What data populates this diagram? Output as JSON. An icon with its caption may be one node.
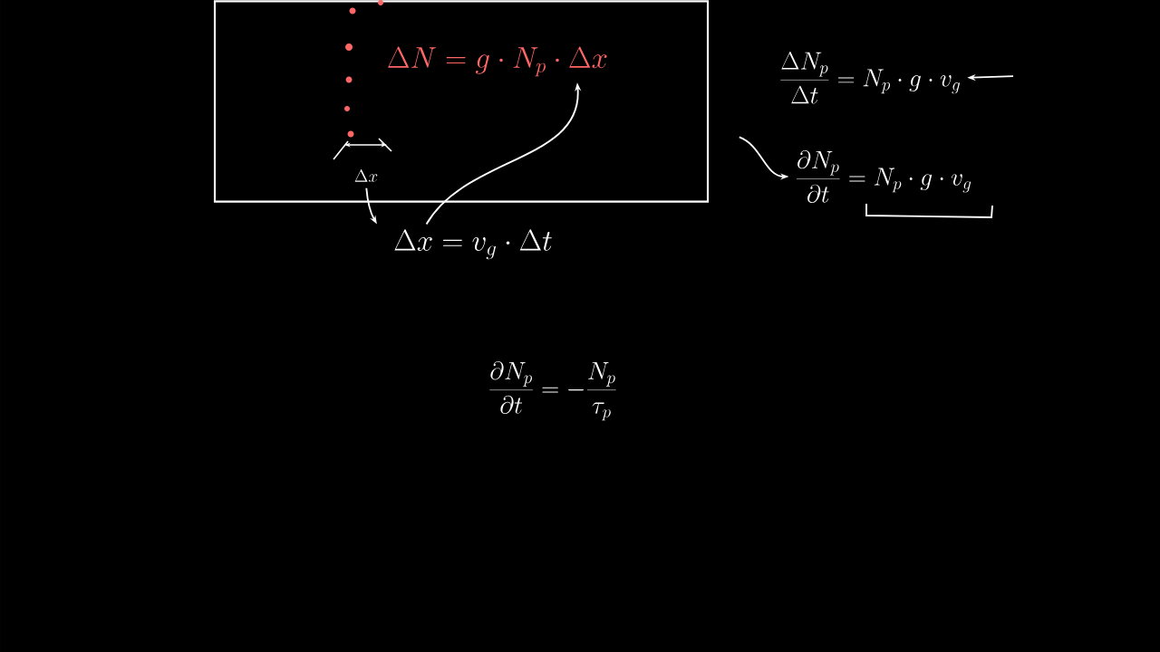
{
  "diagram": {
    "nodes": [
      {
        "text": [],
        "shape": "box"
      },
      {
        "text": [
          "\\Delta x"
        ],
        "in": 0
      },
      {
        "text": [
          "\\Delta N = g \\cdot N_p \\cdot \\Delta x"
        ],
        "in": 0
      },
      {
        "text": [
          "\\Delta x = v_g \\cdot \\Delta t"
        ]
      },
      {
        "text": [
          "\\frac{\\Delta N_p}{\\Delta t} = N_p \\cdot g \\cdot v_g"
        ]
      },
      {
        "text": [
          "\\frac{\\partial N_p}{\\partial t} = N_p \\cdot g \\cdot v_g"
        ]
      }
    ],
    "edges": [
      {
        "from": 1,
        "to": 3,
        "arrow": "to"
      },
      {
        "from": 3,
        "to": 2,
        "arrow": "to"
      },
      {
        "from": null,
        "to": 4,
        "arrow": "to"
      },
      {
        "from": null,
        "to": 5,
        "arrow": "to"
      }
    ],
    "labels": [
      "\\frac{\\partial N_p}{\\partial t} = -\\frac{N_p}{\\tau_p}"
    ]
  }
}
